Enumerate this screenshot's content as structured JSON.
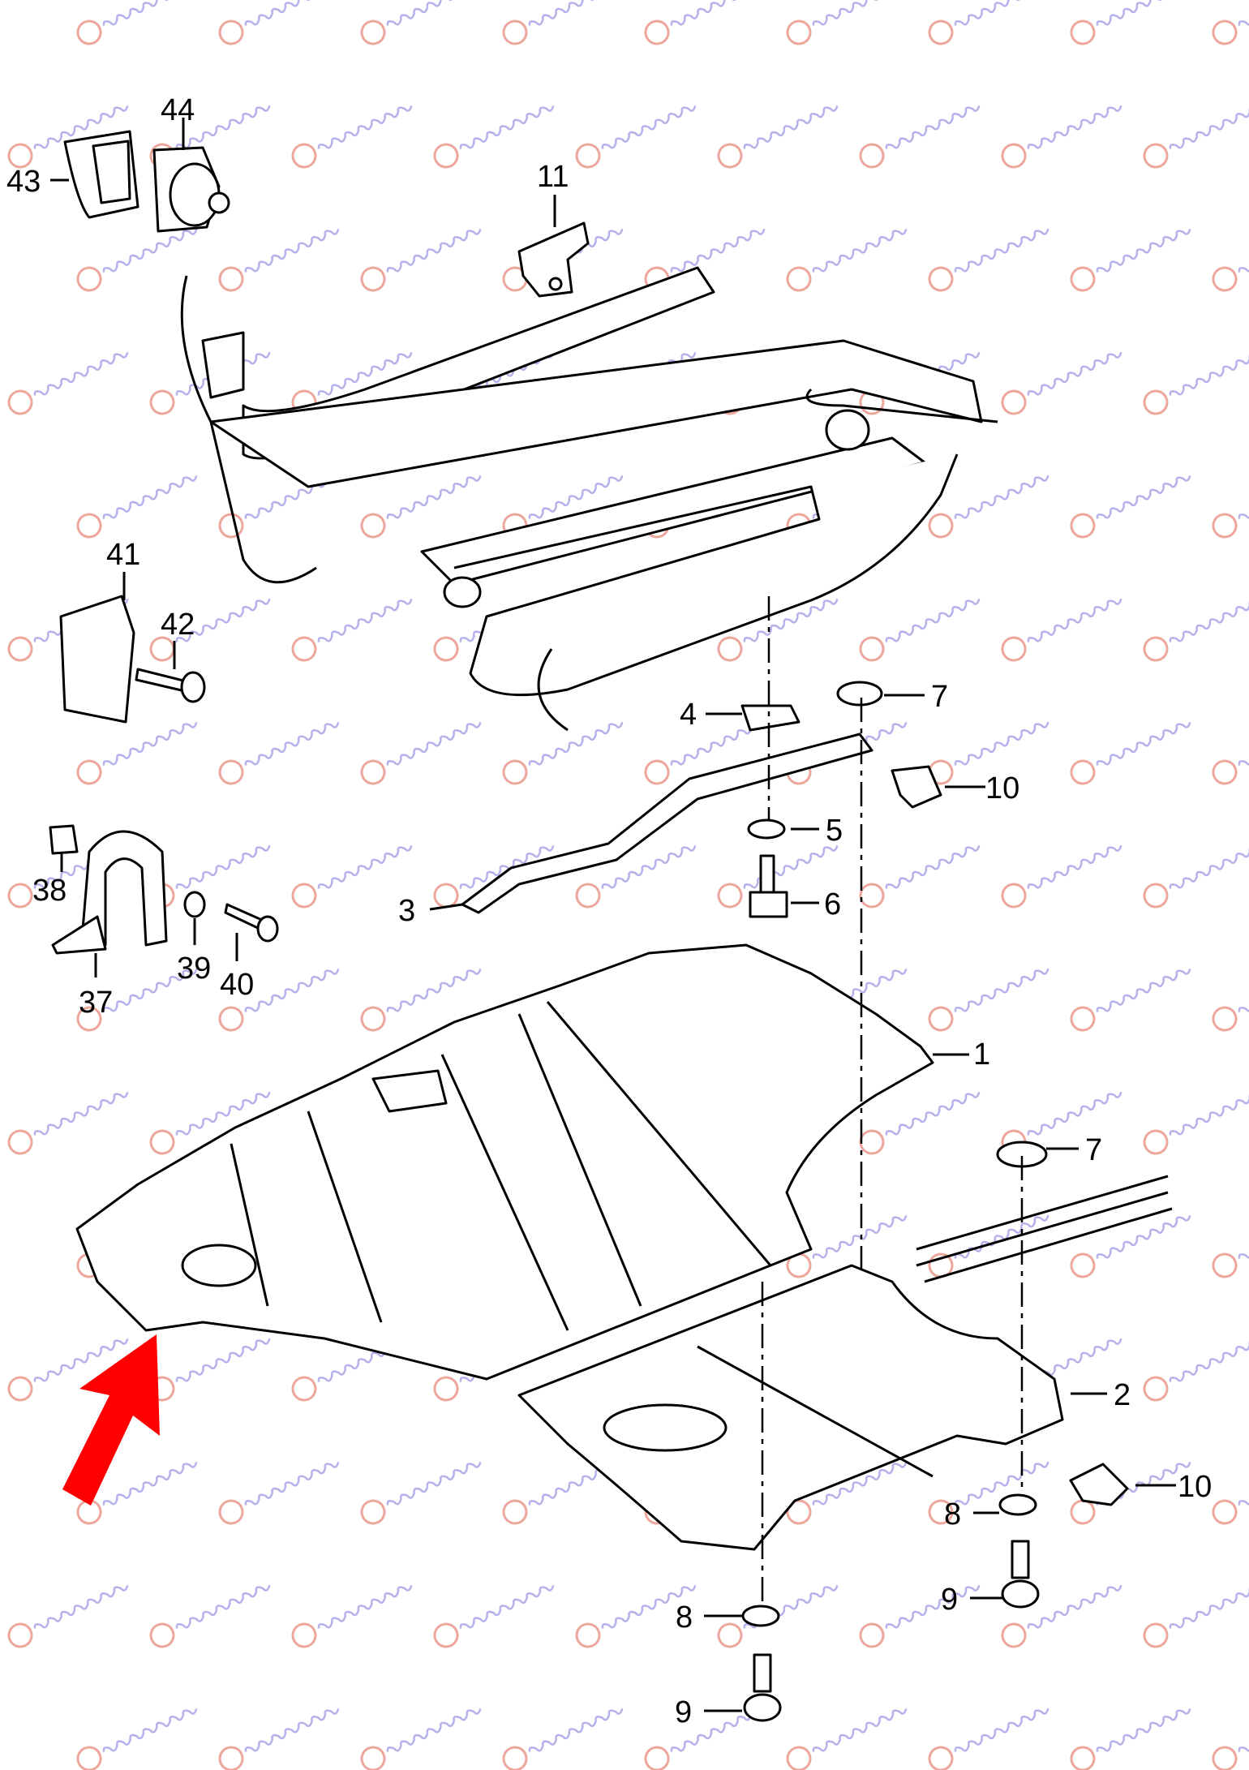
{
  "diagram": {
    "title_hidden": null,
    "watermark": "georgakopoulos",
    "arrow_color": "#ff0000",
    "callouts": [
      {
        "id": "43",
        "label": "43"
      },
      {
        "id": "44",
        "label": "44"
      },
      {
        "id": "11",
        "label": "11"
      },
      {
        "id": "41",
        "label": "41"
      },
      {
        "id": "42",
        "label": "42"
      },
      {
        "id": "4",
        "label": "4"
      },
      {
        "id": "7a",
        "label": "7"
      },
      {
        "id": "10a",
        "label": "10"
      },
      {
        "id": "5",
        "label": "5"
      },
      {
        "id": "38",
        "label": "38"
      },
      {
        "id": "3",
        "label": "3"
      },
      {
        "id": "6",
        "label": "6"
      },
      {
        "id": "39",
        "label": "39"
      },
      {
        "id": "40",
        "label": "40"
      },
      {
        "id": "37",
        "label": "37"
      },
      {
        "id": "1",
        "label": "1"
      },
      {
        "id": "7b",
        "label": "7"
      },
      {
        "id": "2",
        "label": "2"
      },
      {
        "id": "10b",
        "label": "10"
      },
      {
        "id": "8a",
        "label": "8"
      },
      {
        "id": "9a",
        "label": "9"
      },
      {
        "id": "8b",
        "label": "8"
      },
      {
        "id": "9b",
        "label": "9"
      }
    ]
  }
}
